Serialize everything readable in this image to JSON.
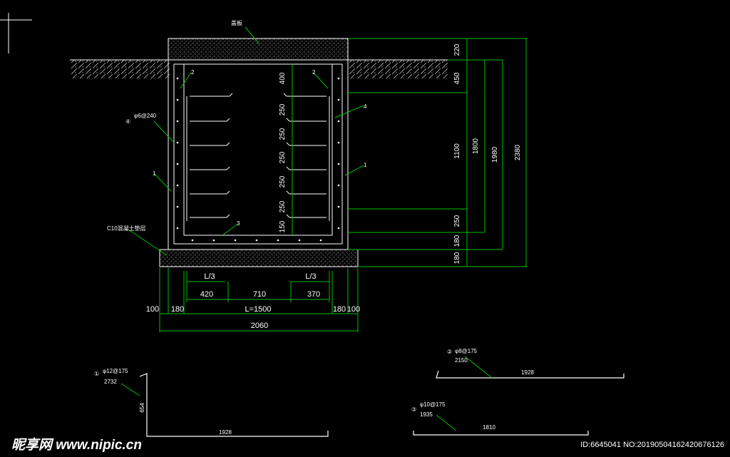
{
  "labels": {
    "cover": "盖板",
    "cushion": "C10混凝土垫层",
    "bar4": "④",
    "bar4_spec": "φ6@240",
    "bar_num_1": "1",
    "bar_num_2": "2",
    "bar_num_3": "3",
    "bar_num_4": "4"
  },
  "dims_right": [
    "220",
    "400",
    "450",
    "250",
    "250",
    "250",
    "250",
    "150",
    "250",
    "180",
    "180",
    "1100",
    "1800",
    "1980",
    "2380"
  ],
  "dims_bottom": {
    "l3": "L/3",
    "d420": "420",
    "d710": "710",
    "d370": "370",
    "d100": "100",
    "d180": "180",
    "span": "L=1500",
    "total": "2060"
  },
  "rebar_details": [
    {
      "id": "①",
      "spec": "φ12@175",
      "len": "2732",
      "leg": "654",
      "base": "1928"
    },
    {
      "id": "②",
      "spec": "φ8@175",
      "len": "2150",
      "base": "1928"
    },
    {
      "id": "③",
      "spec": "φ10@175",
      "len": "1935",
      "base": "1810"
    }
  ],
  "watermark": {
    "brand": "昵享网 www.nipic.cn",
    "id": "ID:6645041 NO:20190504162420676126"
  },
  "colors": {
    "line": "#ffffff",
    "dim": "#00c000",
    "bg": "#000000"
  }
}
